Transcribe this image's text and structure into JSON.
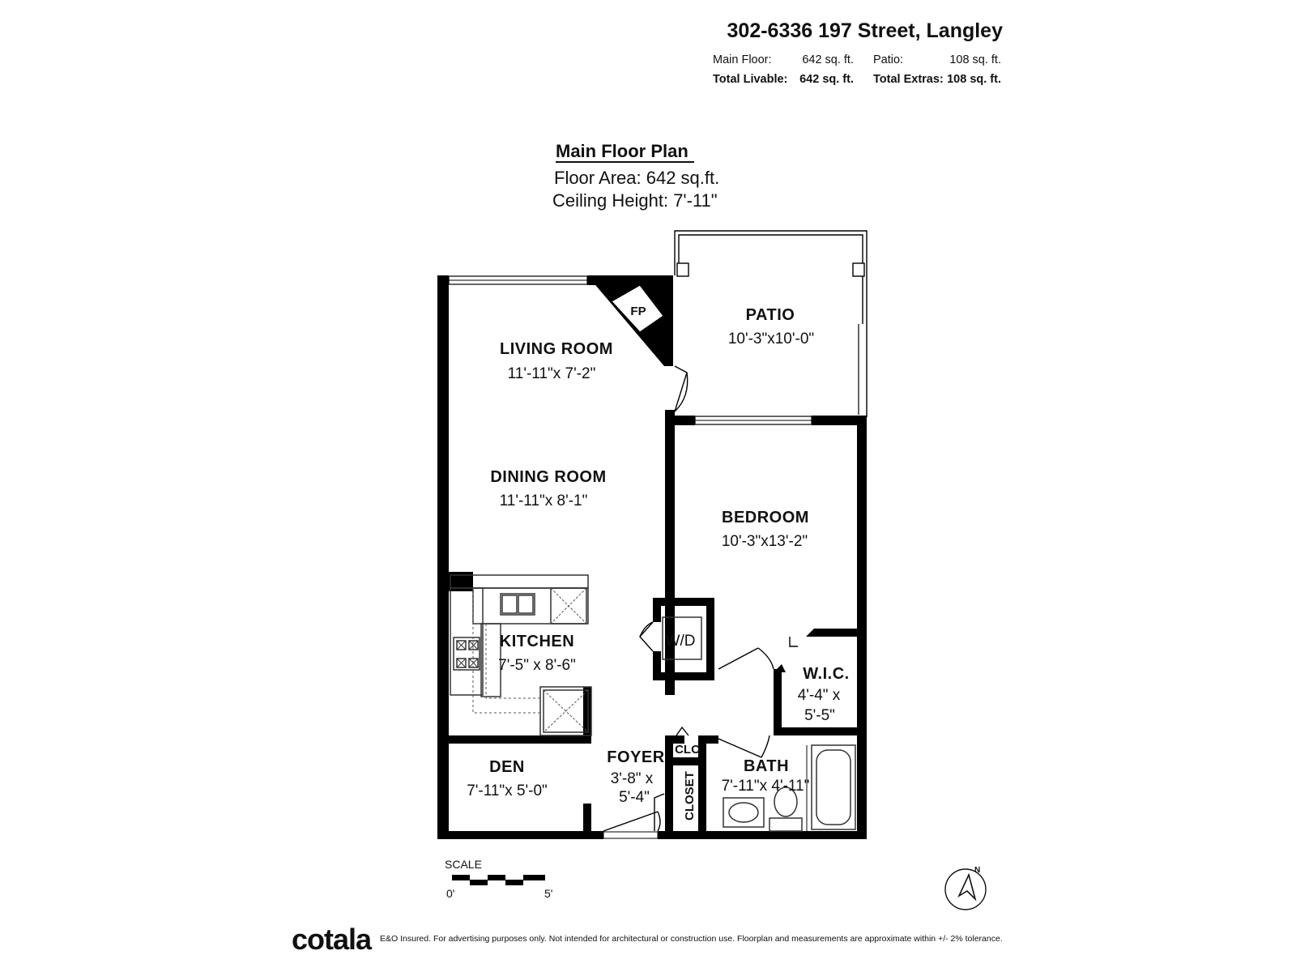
{
  "header": {
    "address": "302-6336 197 Street, Langley",
    "main_floor_label": "Main Floor:",
    "main_floor_value": "642 sq. ft.",
    "patio_label": "Patio:",
    "patio_value": "108 sq. ft.",
    "total_livable_label": "Total Livable:",
    "total_livable_value": "642 sq. ft.",
    "total_extras_label": "Total Extras:",
    "total_extras_value": "108 sq. ft."
  },
  "plan": {
    "title": "Main Floor Plan",
    "floor_area": "Floor Area: 642 sq.ft.",
    "ceiling_height": "Ceiling Height: 7'-11\""
  },
  "rooms": {
    "living_room": {
      "name": "LIVING ROOM",
      "dims": "11'-11\"x 7'-2\""
    },
    "dining_room": {
      "name": "DINING ROOM",
      "dims": "11'-11\"x 8'-1\""
    },
    "patio": {
      "name": "PATIO",
      "dims": "10'-3\"x10'-0\""
    },
    "bedroom": {
      "name": "BEDROOM",
      "dims": "10'-3\"x13'-2\""
    },
    "kitchen": {
      "name": "KITCHEN",
      "dims": "7'-5\" x 8'-6\""
    },
    "wic": {
      "name": "W.I.C.",
      "dims_line1": "4'-4\" x",
      "dims_line2": "5'-5\""
    },
    "den": {
      "name": "DEN",
      "dims": "7'-11\"x 5'-0\""
    },
    "foyer": {
      "name": "FOYER",
      "dims_line1": "3'-8\" x",
      "dims_line2": "5'-4\""
    },
    "bath": {
      "name": "BATH",
      "dims": "7'-11\"x 4'-11\""
    }
  },
  "labels": {
    "fireplace": "FP",
    "washer_dryer": "W/D",
    "clo": "CLO.",
    "closet": "CLOSET"
  },
  "scale": {
    "title": "SCALE",
    "start": "0'",
    "end": "5'"
  },
  "compass": {
    "north": "N"
  },
  "footer": {
    "brand": "cotala",
    "disclaimer": "E&O Insured. For advertising purposes only. Not intended for architectural or construction use. Floorplan and measurements are approximate within +/- 2% tolerance."
  }
}
